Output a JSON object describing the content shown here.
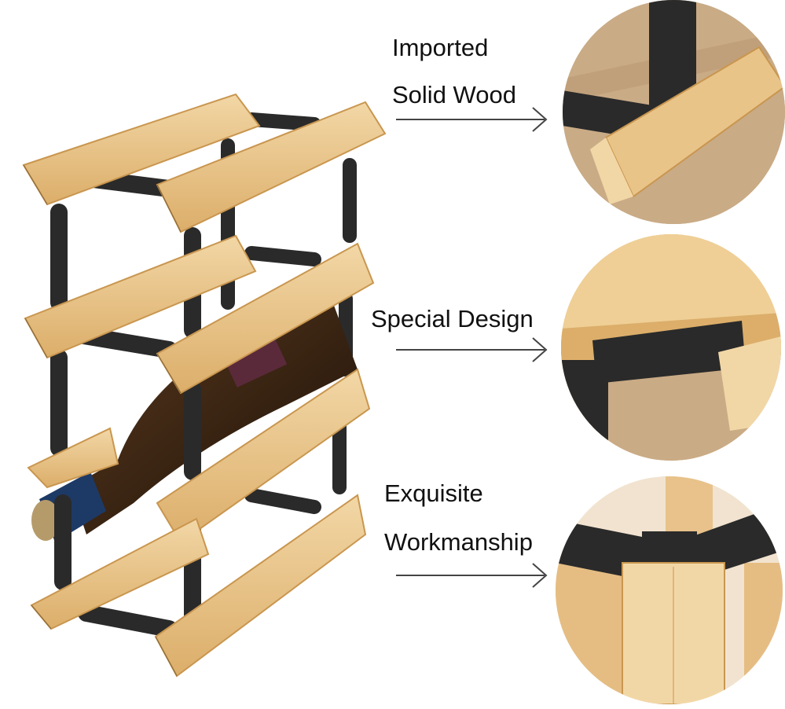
{
  "features": [
    {
      "lines": [
        "Imported",
        "Solid Wood"
      ],
      "detail_icon": "wood-joint-closeup"
    },
    {
      "lines": [
        "Special Design"
      ],
      "detail_icon": "rubber-sleeve-closeup"
    },
    {
      "lines": [
        "Exquisite",
        "Workmanship"
      ],
      "detail_icon": "slotted-joint-closeup"
    }
  ],
  "product": {
    "icon": "wine-rack-with-bottle"
  },
  "colors": {
    "wood": "#e9c489",
    "wood_dark": "#c9964f",
    "metal": "#2a2a2a",
    "burlap": "#c7a882",
    "bottle": "#3a2412",
    "foil": "#1d3a66"
  }
}
